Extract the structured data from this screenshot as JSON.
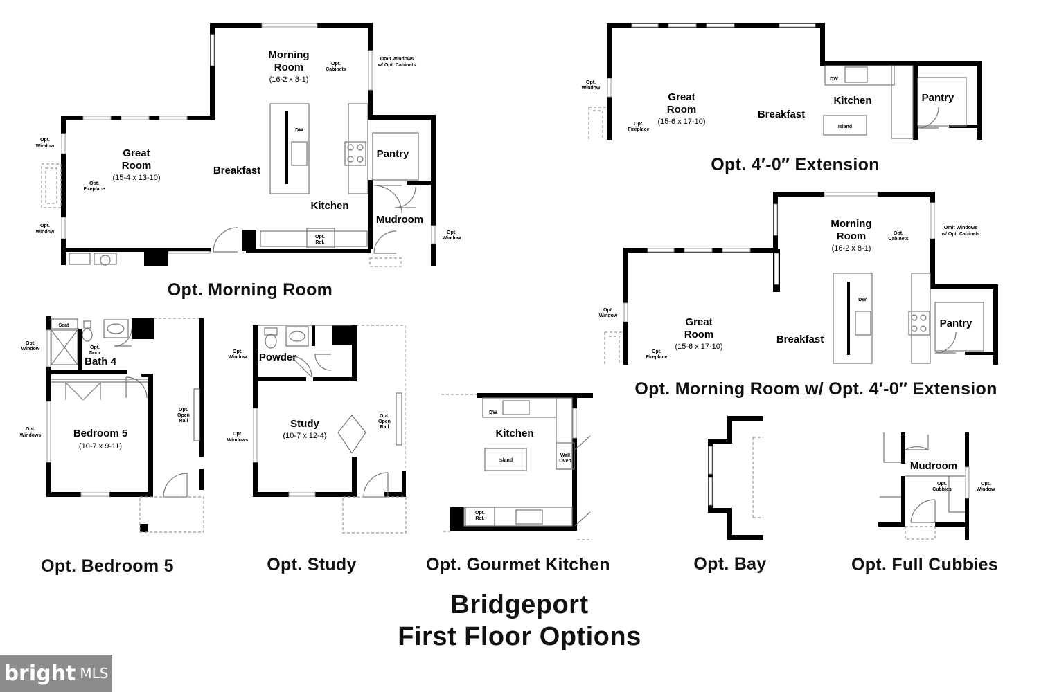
{
  "title": {
    "line1": "Bridgeport",
    "line2": "First Floor Options"
  },
  "logo": {
    "brand": "bright",
    "suffix": "MLS"
  },
  "captions": {
    "morning_room": "Opt. Morning Room",
    "extension": "Opt. 4′-0″ Extension",
    "morning_room_extension": "Opt. Morning Room w/ Opt. 4′-0″ Extension",
    "bedroom5": "Opt. Bedroom 5",
    "study": "Opt. Study",
    "gourmet_kitchen": "Opt. Gourmet Kitchen",
    "bay": "Opt. Bay",
    "full_cubbies": "Opt. Full Cubbies"
  },
  "plan_morning_room": {
    "morning_room": "Morning",
    "morning_room2": "Room",
    "morning_dim": "(16-2 x 8-1)",
    "great_room": "Great",
    "great_room2": "Room",
    "great_dim": "(15-4 x 13-10)",
    "breakfast": "Breakfast",
    "kitchen": "Kitchen",
    "pantry": "Pantry",
    "mudroom": "Mudroom",
    "dw": "DW",
    "opt_cabinets": [
      "Opt.",
      "Cabinets"
    ],
    "omit_windows": [
      "Omit Windows",
      "w/ Opt. Cabinets"
    ],
    "opt_window_upper": [
      "Opt.",
      "Window"
    ],
    "opt_window_lower": [
      "Opt.",
      "Window"
    ],
    "opt_fireplace": [
      "Opt.",
      "Fireplace"
    ],
    "opt_ref": [
      "Opt.",
      "Ref."
    ],
    "opt_window_right": [
      "Opt.",
      "Window"
    ]
  },
  "plan_extension": {
    "great_room": "Great",
    "great_room2": "Room",
    "great_dim": "(15-6 x 17-10)",
    "breakfast": "Breakfast",
    "kitchen": "Kitchen",
    "pantry": "Pantry",
    "dw": "DW",
    "island": "Island",
    "opt_window": [
      "Opt.",
      "Window"
    ],
    "opt_fireplace": [
      "Opt.",
      "Fireplace"
    ]
  },
  "plan_morning_extension": {
    "morning_room": "Morning",
    "morning_room2": "Room",
    "morning_dim": "(16-2 x 8-1)",
    "great_room": "Great",
    "great_room2": "Room",
    "great_dim": "(15-6 x 17-10)",
    "breakfast": "Breakfast",
    "pantry": "Pantry",
    "dw": "DW",
    "opt_cabinets": [
      "Opt.",
      "Cabinets"
    ],
    "omit_windows": [
      "Omit Windows",
      "w/ Opt. Cabinets"
    ],
    "opt_window": [
      "Opt.",
      "Window"
    ],
    "opt_fireplace": [
      "Opt.",
      "Fireplace"
    ]
  },
  "plan_bedroom5": {
    "seat": "Seat",
    "bath": "Bath 4",
    "bedroom": "Bedroom 5",
    "bedroom_dim": "(10-7 x 9-11)",
    "opt_door": [
      "Opt.",
      "Door"
    ],
    "opt_window": [
      "Opt.",
      "Window"
    ],
    "opt_windows": [
      "Opt.",
      "Windows"
    ],
    "opt_open_rail": [
      "Opt.",
      "Open",
      "Rail"
    ]
  },
  "plan_study": {
    "powder": "Powder",
    "study": "Study",
    "study_dim": "(10-7 x 12-4)",
    "opt_window": [
      "Opt.",
      "Window"
    ],
    "opt_windows": [
      "Opt.",
      "Windows"
    ],
    "opt_open_rail": [
      "Opt.",
      "Open",
      "Rail"
    ]
  },
  "plan_gourmet": {
    "kitchen": "Kitchen",
    "island": "Island",
    "dw": "DW",
    "wall_oven": [
      "Wall",
      "Oven"
    ],
    "opt_ref": [
      "Opt.",
      "Ref."
    ]
  },
  "plan_cubbies": {
    "mudroom": "Mudroom",
    "opt_cubbies": [
      "Opt.",
      "Cubbies"
    ],
    "opt_window": [
      "Opt.",
      "Window"
    ]
  }
}
